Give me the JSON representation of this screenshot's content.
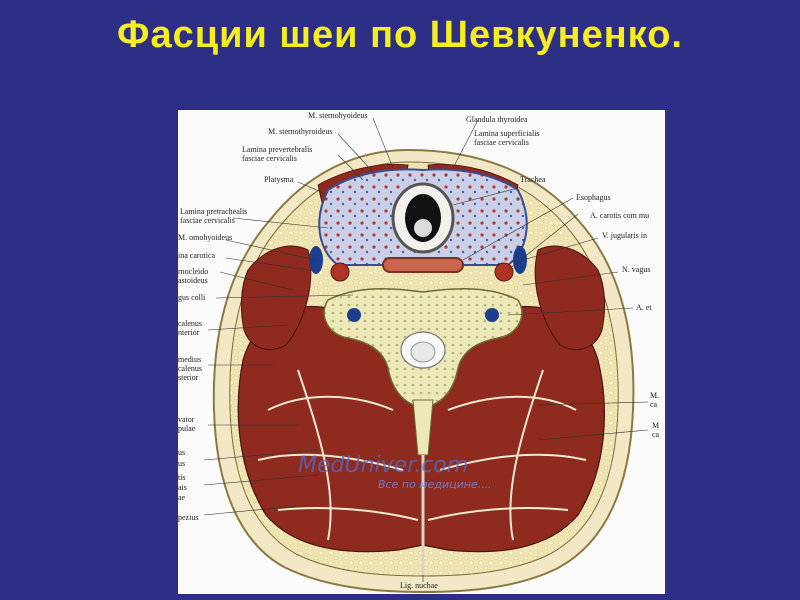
{
  "slide": {
    "title": "Фасции  шеи по Шевкуненко.",
    "background": "#2d2f86",
    "title_color": "#f7ee1d"
  },
  "figure": {
    "labels": {
      "m_sternohyoideus": "M. sternohyoideus",
      "glandula_thyroidea": "Glandula thyroidea",
      "m_sternothyroideus": "M. sternothyroideus",
      "lamina_superficialis_1": "Lamina superficialis",
      "lamina_superficialis_2": "fasciae cervicalis",
      "lamina_prevertebralis_1": "Lamina prevertebralis",
      "lamina_prevertebralis_2": "fasciae cervicalis",
      "platysma": "Platysma",
      "trachea": "Trachea",
      "esophagus": "Esophagus",
      "lamina_pretrachealis_1": "Lamina pretrachealis",
      "lamina_pretrachealis_2": "fasciae cervicalis",
      "a_carotis": "A. carotis com mu",
      "m_omohyoideus": "M. omohyoideus",
      "v_jugularis": "V. jugularis in",
      "vagina_carotica": "ina carotica",
      "sternocleido_1": "rnocleido",
      "sternocleido_2": "astoideus",
      "n_vagus": "N. vagus",
      "longus_colli": "gus colli",
      "a_vertebralis": "A. et",
      "scalenus_ant_1": "calenus",
      "scalenus_ant_2": "nterior",
      "scalenus_med_1": "medius",
      "scalenus_med_2": "calenus",
      "scalenus_med_3": "sterior",
      "m_right_1": "M.",
      "m_right_2": "ca",
      "levator_1": "vator",
      "levator_2": "pulae",
      "m_right_3": "M",
      "m_right_4": "ca",
      "left_us_1": "us",
      "left_us_2": "us",
      "left_tis": "tis",
      "left_ais": "ais",
      "left_ae": "ae",
      "trapezius": "pezius",
      "lig_nuchae": "Lig. nuchae"
    },
    "watermark": {
      "main": "MedUniver.com",
      "sub": "Все по медицине...."
    },
    "colors": {
      "muscle": "#8e2a1e",
      "fat": "#efe4b2",
      "skin": "#f2e8c6",
      "bone": "#ece8b8",
      "fascia_blue": "#6f89c3",
      "vein": "#1d3d8f"
    }
  }
}
